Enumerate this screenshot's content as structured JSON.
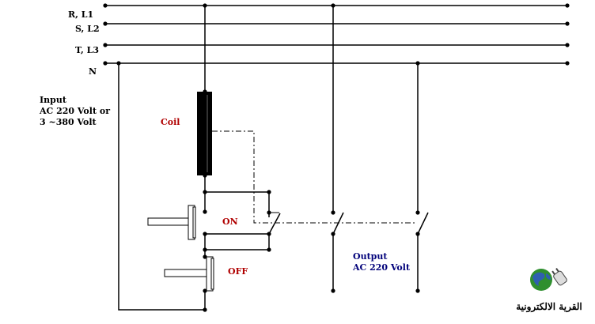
{
  "lines": {
    "l1": "R, L1",
    "l2": "S, L2",
    "l3": "T, L3",
    "neutral": "N"
  },
  "input": {
    "line1": "Input",
    "line2": "AC 220 Volt or",
    "line3": "3 ~380 Volt"
  },
  "coil_label": "Coil",
  "on_label": "ON",
  "off_label": "OFF",
  "output": {
    "line1": "Output",
    "line2": "AC 220 Volt"
  },
  "logo_text": "القرية الالكترونية",
  "colors": {
    "wire": "#000000",
    "label_red": "#b00000",
    "label_blue": "#00007a",
    "button_fill": "#ffffff",
    "logo_green": "#2f8f2f",
    "logo_blue": "#2f5fb0"
  }
}
